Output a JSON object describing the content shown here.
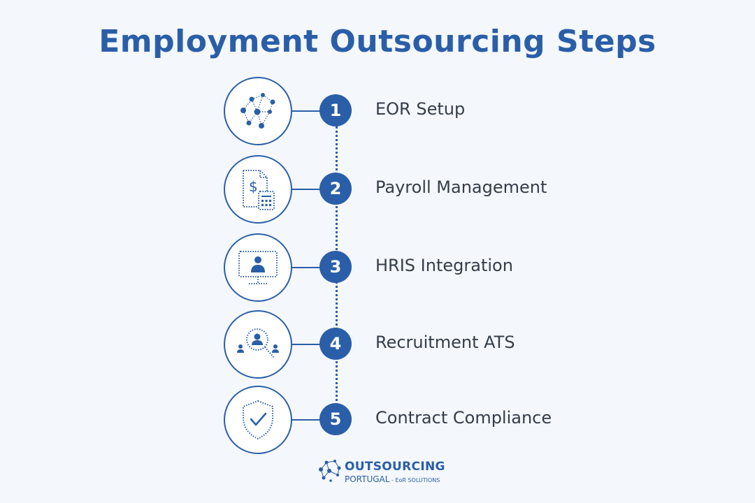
{
  "title": "Employment Outsourcing Steps",
  "accent_color": "#2a5ea8",
  "steps": [
    {
      "number": "1",
      "label": "EOR Setup",
      "icon": "network-nodes-icon"
    },
    {
      "number": "2",
      "label": "Payroll Management",
      "icon": "invoice-calculator-icon"
    },
    {
      "number": "3",
      "label": "HRIS Integration",
      "icon": "monitor-user-icon"
    },
    {
      "number": "4",
      "label": "Recruitment ATS",
      "icon": "magnifier-candidates-icon"
    },
    {
      "number": "5",
      "label": "Contract Compliance",
      "icon": "shield-check-icon"
    }
  ],
  "logo": {
    "line1": "OUTSOURCING",
    "line2": "PORTUGAL",
    "line2_suffix": " - EoR SOLUTIONS"
  }
}
